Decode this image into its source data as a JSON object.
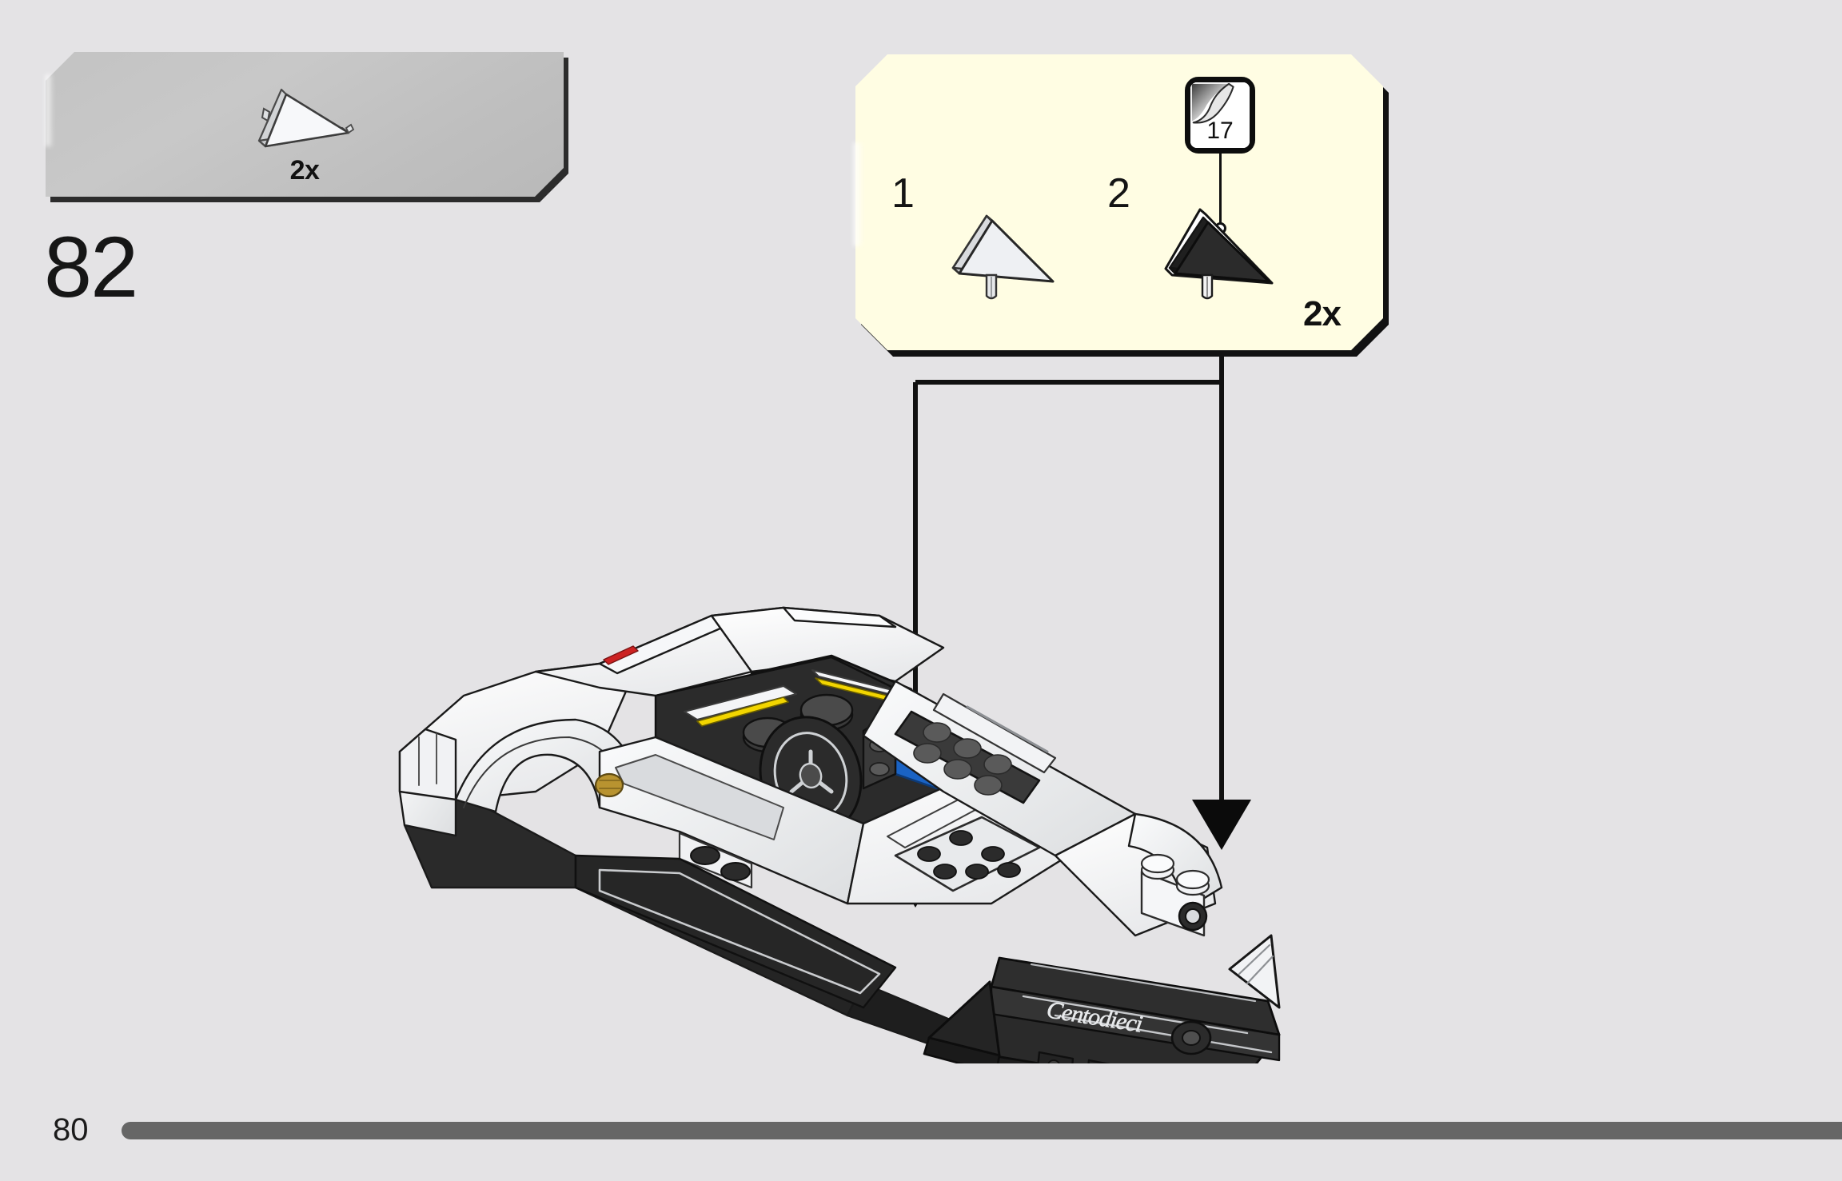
{
  "page": {
    "background_color": "#e4e3e5",
    "page_number": "80",
    "step_number": "82"
  },
  "parts_bin": {
    "name": "parts-bin",
    "background_color": "#c5c5c5",
    "items": [
      {
        "part_name": "wedge-plate-triangular-white",
        "color": "#f2f3f5",
        "quantity": "2x"
      }
    ]
  },
  "callout": {
    "name": "sub-assembly-callout",
    "background_color": "#fffde3",
    "quantity": "2x",
    "substeps": [
      {
        "number": "1",
        "part_name": "wedge-plate-triangular-white",
        "color": "#eef0f2"
      },
      {
        "number": "2",
        "part_name": "wedge-plate-triangular-black",
        "color": "#2b2b2b",
        "sticker": {
          "name": "sticker-17",
          "number": "17"
        }
      }
    ]
  },
  "model": {
    "name": "lego-speed-champions-car",
    "signature": "Centodieci",
    "colors": {
      "body": "#ffffff",
      "interior": "#2a2a2a",
      "seats": "#1a63c4",
      "accent_yellow": "#f2d500",
      "accent_red": "#cc2222",
      "pin_gold": "#b89330"
    },
    "arrows": [
      {
        "name": "placement-arrow-left",
        "direction": "down"
      },
      {
        "name": "placement-arrow-right",
        "direction": "down"
      }
    ]
  },
  "footer": {
    "bar_color": "#666666"
  }
}
